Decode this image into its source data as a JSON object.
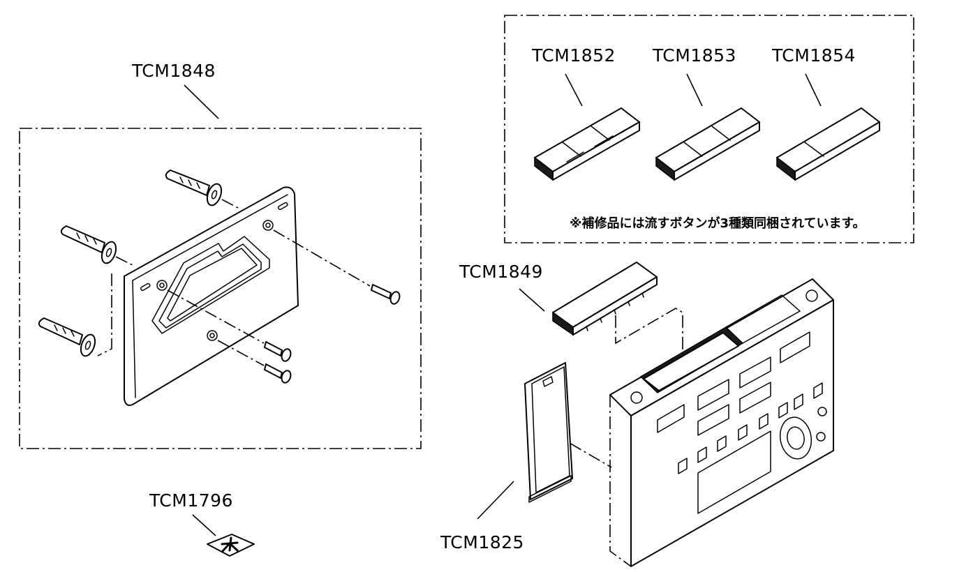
{
  "labels": {
    "tcm1848": "TCM1848",
    "tcm1852": "TCM1852",
    "tcm1853": "TCM1853",
    "tcm1854": "TCM1854",
    "tcm1849": "TCM1849",
    "tcm1825": "TCM1825",
    "tcm1796": "TCM1796"
  },
  "note": "※補修品には流すボタンが3種類同梱されています。"
}
